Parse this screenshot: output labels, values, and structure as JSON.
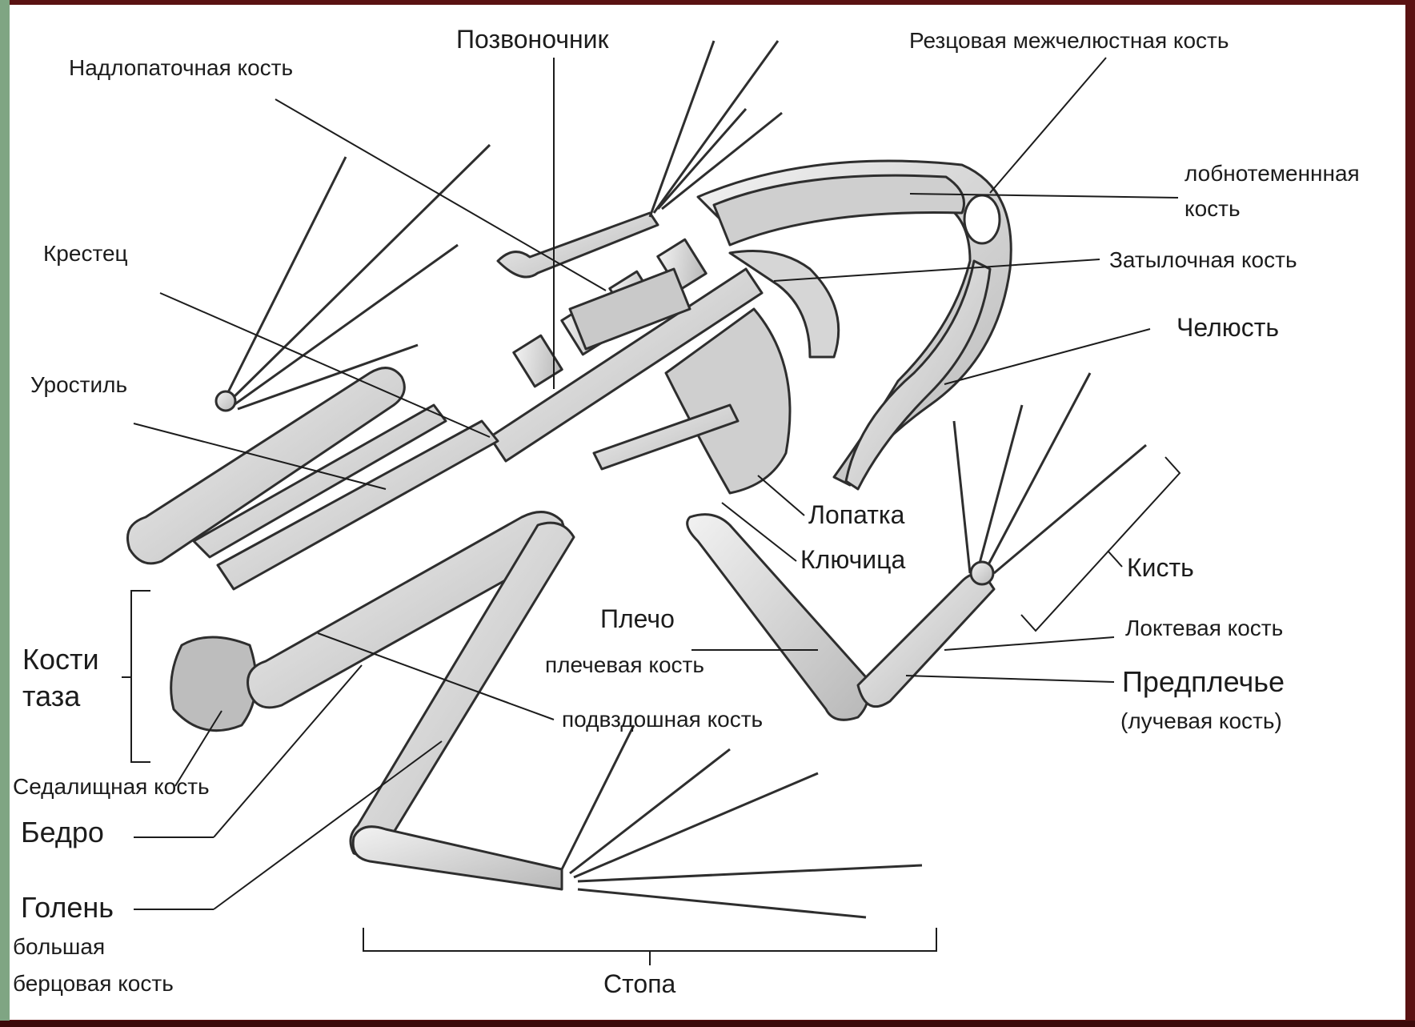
{
  "labels": {
    "spine": "Позвоночник",
    "suprascapula": "Надлопаточная кость",
    "premaxilla": "Резцовая межчелюстная кость",
    "frontoparietal_1": "лобнотеменнная",
    "frontoparietal_2": "кость",
    "occipital": "Затылочная кость",
    "sacrum": "Крестец",
    "jaw": "Челюсть",
    "urostyle": "Уростиль",
    "scapula": "Лопатка",
    "clavicle": "Ключица",
    "hand": "Кисть",
    "shoulder": "Плечо",
    "humerus": "плечевая кость",
    "ulna": "Локтевая кость",
    "pelvis_1": "Кости",
    "pelvis_2": "таза",
    "forearm": "Предплечье",
    "radius": "(лучевая кость)",
    "ilium": "подвздошная кость",
    "ischium": "Седалищная кость",
    "femur": "Бедро",
    "shin": "Голень",
    "tibia_1": "большая",
    "tibia_2": "берцовая кость",
    "foot": "Стопа"
  },
  "colors": {
    "frame": "#5a1212",
    "slide_green": "#7fa583",
    "bone_fill": "#d9d9d9",
    "bone_stroke": "#2e2e2e",
    "leader_line": "#1c1c1c"
  }
}
